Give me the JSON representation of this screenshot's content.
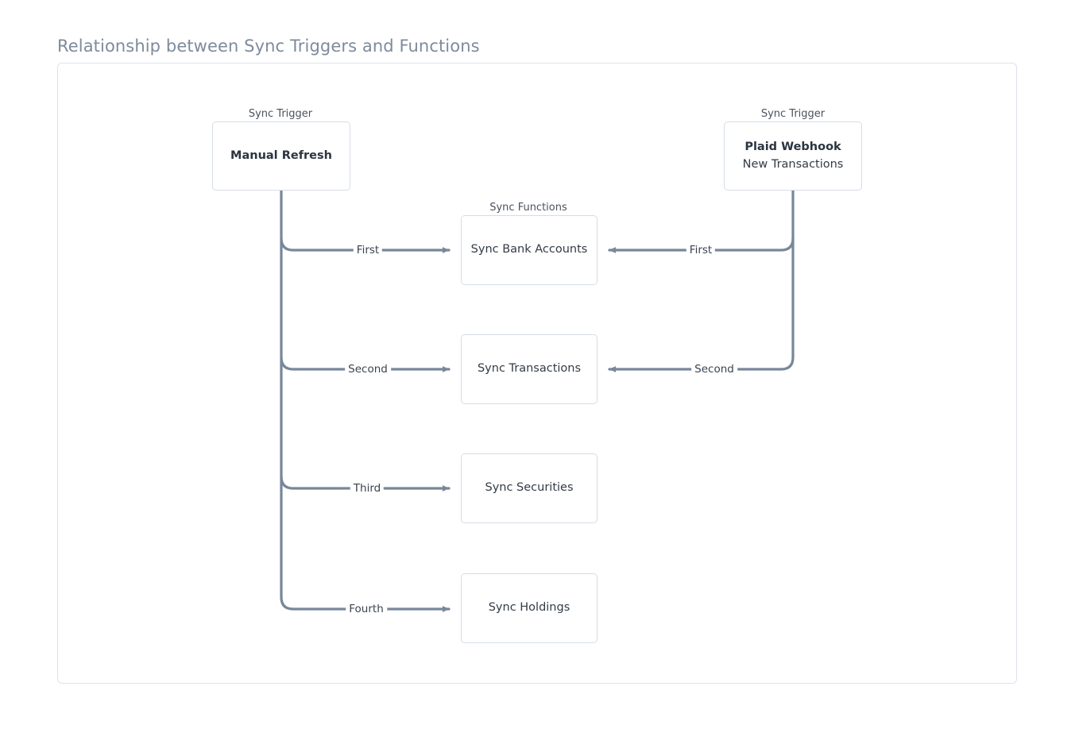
{
  "page": {
    "title": "Relationship between Sync Triggers and Functions",
    "background_color": "#ffffff",
    "panel_border_color": "#dde3ea"
  },
  "theme": {
    "edge_color": "#78879a",
    "node_border_color": "#d6dde6",
    "node_text_color": "#333b46",
    "title_color": "#7e8b9c",
    "group_label_color": "#4a525e"
  },
  "diagram": {
    "type": "flowchart",
    "groups": [
      {
        "id": "trigger-left",
        "label": "Sync Trigger"
      },
      {
        "id": "functions",
        "label": "Sync Functions"
      },
      {
        "id": "trigger-right",
        "label": "Sync Trigger"
      }
    ],
    "nodes": [
      {
        "id": "manual-refresh",
        "group": "trigger-left",
        "title": "Manual Refresh",
        "subtitle": ""
      },
      {
        "id": "plaid-webhook",
        "group": "trigger-right",
        "title": "Plaid Webhook",
        "subtitle": "New Transactions"
      },
      {
        "id": "sync-bank-accounts",
        "group": "functions",
        "title": "Sync Bank Accounts",
        "subtitle": ""
      },
      {
        "id": "sync-transactions",
        "group": "functions",
        "title": "Sync Transactions",
        "subtitle": ""
      },
      {
        "id": "sync-securities",
        "group": "functions",
        "title": "Sync Securities",
        "subtitle": ""
      },
      {
        "id": "sync-holdings",
        "group": "functions",
        "title": "Sync Holdings",
        "subtitle": ""
      }
    ],
    "edges": [
      {
        "id": "manual-first",
        "from": "manual-refresh",
        "to": "sync-bank-accounts",
        "label": "First",
        "direction": "right"
      },
      {
        "id": "manual-second",
        "from": "manual-refresh",
        "to": "sync-transactions",
        "label": "Second",
        "direction": "right"
      },
      {
        "id": "manual-third",
        "from": "manual-refresh",
        "to": "sync-securities",
        "label": "Third",
        "direction": "right"
      },
      {
        "id": "manual-fourth",
        "from": "manual-refresh",
        "to": "sync-holdings",
        "label": "Fourth",
        "direction": "right"
      },
      {
        "id": "plaid-first",
        "from": "plaid-webhook",
        "to": "sync-bank-accounts",
        "label": "First",
        "direction": "left"
      },
      {
        "id": "plaid-second",
        "from": "plaid-webhook",
        "to": "sync-transactions",
        "label": "Second",
        "direction": "left"
      }
    ]
  }
}
